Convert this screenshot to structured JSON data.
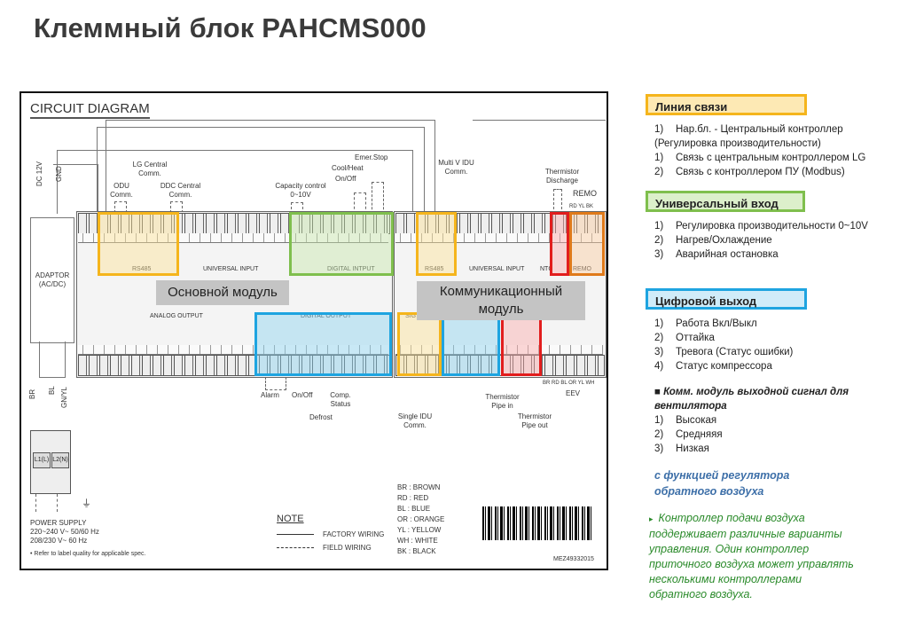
{
  "page": {
    "title": "Клеммный блок PAHCMS000"
  },
  "diagram": {
    "title": "CIRCUIT DIAGRAM",
    "power": {
      "dc_label": "DC 12V",
      "gnd_label": "GND",
      "adaptor_label": "ADAPTOR (AC/DC)",
      "wire_br": "BR",
      "wire_bl": "BL",
      "wire_gnyl": "GN/YL",
      "terminal_l1": "L1(L)",
      "terminal_l2": "L2(N)",
      "supply_title": "POWER SUPPLY",
      "supply_line1": "220~240 V~ 50/60 Hz",
      "supply_line2": "208/230 V~ 60 Hz",
      "footnote": "• Refer to label quality for applicable spec."
    },
    "callouts": {
      "lg_central": "LG Central Comm.",
      "odu_comm": "ODU Comm.",
      "ddc_central": "DDC Central Comm.",
      "capacity": "Capacity control 0~10V",
      "emer_stop": "Emer.Stop",
      "cool_heat": "Cool/Heat",
      "on_off_in": "On/Off",
      "multi_v": "Multi V IDU Comm.",
      "thermistor_discharge": "Thermistor Discharge",
      "remo": "REMO",
      "remo_wires": "RD YL BK",
      "alarm": "Alarm",
      "on_off_out": "On/Off",
      "defrost": "Defrost",
      "comp_status": "Comp. Status",
      "single_idu": "Single IDU Comm.",
      "thermistor_pipe_in": "Thermistor Pipe in",
      "thermistor_pipe_out": "Thermistor Pipe out",
      "eev_wires": "BR RD BL OR YL WH",
      "eev": "EEV"
    },
    "groups": {
      "rs485_main": "RS485",
      "universal_input_main": "UNIVERSAL INPUT",
      "digital_input": "DIGITAL INTPUT",
      "analog_output": "ANALOG OUTPUT",
      "digital_output": "DIGITAL OUTPUT",
      "rs485_comm": "RS485",
      "universal_input_comm": "UNIVERSAL INPUT",
      "ntc": "NTC",
      "remo": "REMO",
      "sig": "SIG"
    },
    "main_module_label": "Основной модуль",
    "comm_module_label": "Коммуникационный модуль",
    "note": {
      "title": "NOTE",
      "factory": "FACTORY WIRING",
      "field": "FIELD WIRING",
      "colors": [
        "BR : BROWN",
        "RD : RED",
        "BL : BLUE",
        "OR : ORANGE",
        "YL : YELLOW",
        "WH : WHITE",
        "BK : BLACK"
      ]
    },
    "barcode_text": "MEZ49332015"
  },
  "panel": {
    "comm_line": {
      "header": "Линия связи",
      "items": [
        {
          "num": "1)",
          "text": "Нар.бл. - Центральный контроллер"
        },
        {
          "num": "",
          "text": "(Регулировка производительности)"
        },
        {
          "num": "1)",
          "text": "Связь с центральным контроллером LG"
        },
        {
          "num": "2)",
          "text": "Связь с контроллером ПУ (Modbus)"
        }
      ]
    },
    "universal_input": {
      "header": "Универсальный вход",
      "items": [
        {
          "num": "1)",
          "text": "Регулировка производительности 0~10V"
        },
        {
          "num": "2)",
          "text": "Нагрев/Охлаждение"
        },
        {
          "num": "3)",
          "text": "Аварийная остановка"
        }
      ]
    },
    "digital_output": {
      "header": "Цифровой выход",
      "items": [
        {
          "num": "1)",
          "text": "Работа Вкл/Выкл"
        },
        {
          "num": "2)",
          "text": "Оттайка"
        },
        {
          "num": "3)",
          "text": "Тревога (Статус ошибки)"
        },
        {
          "num": "4)",
          "text": "Статус компрессора"
        }
      ],
      "fan_title_line1": "■ Комм. модуль выходной сигнал для",
      "fan_title_line2": "вентилятора",
      "fan_items": [
        {
          "num": "1)",
          "text": "Высокая"
        },
        {
          "num": "2)",
          "text": "Средняяя"
        },
        {
          "num": "3)",
          "text": "Низкая"
        }
      ]
    },
    "return_air_line1": "с функцией регулятора",
    "return_air_line2": "обратного воздуха",
    "green_note": {
      "bullet": "▸",
      "lines": [
        "Контроллер подачи воздуха",
        "поддерживает различные варианты",
        "управления. Один контроллер",
        "приточного воздуха может управлять",
        "несколькими контроллерами",
        "обратного воздуха."
      ]
    }
  }
}
